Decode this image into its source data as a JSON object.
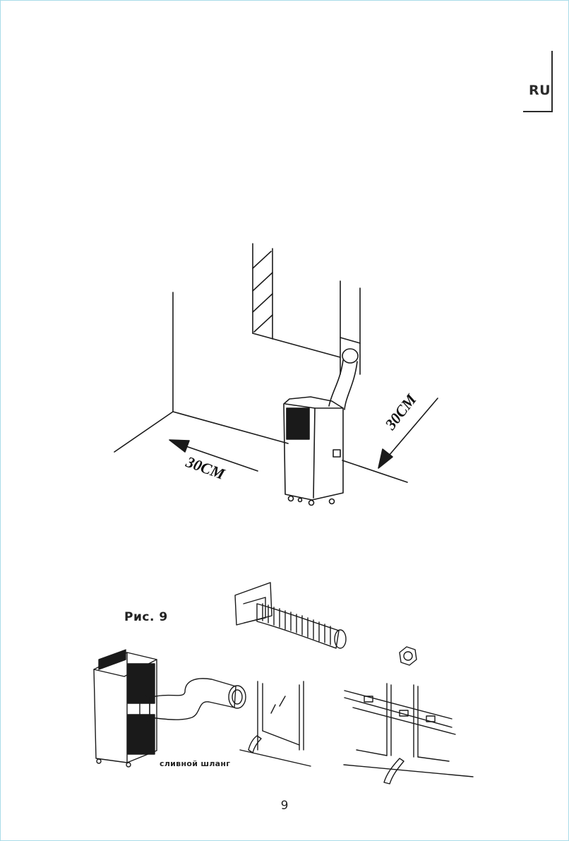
{
  "header": {
    "language": "RU"
  },
  "figure_top": {
    "clearance_left": "30CM",
    "clearance_back": "30CM"
  },
  "figure_bottom": {
    "label": "Рис. 9",
    "drain_hose_label": "сливной шланг"
  },
  "footer": {
    "page_number": "9"
  }
}
